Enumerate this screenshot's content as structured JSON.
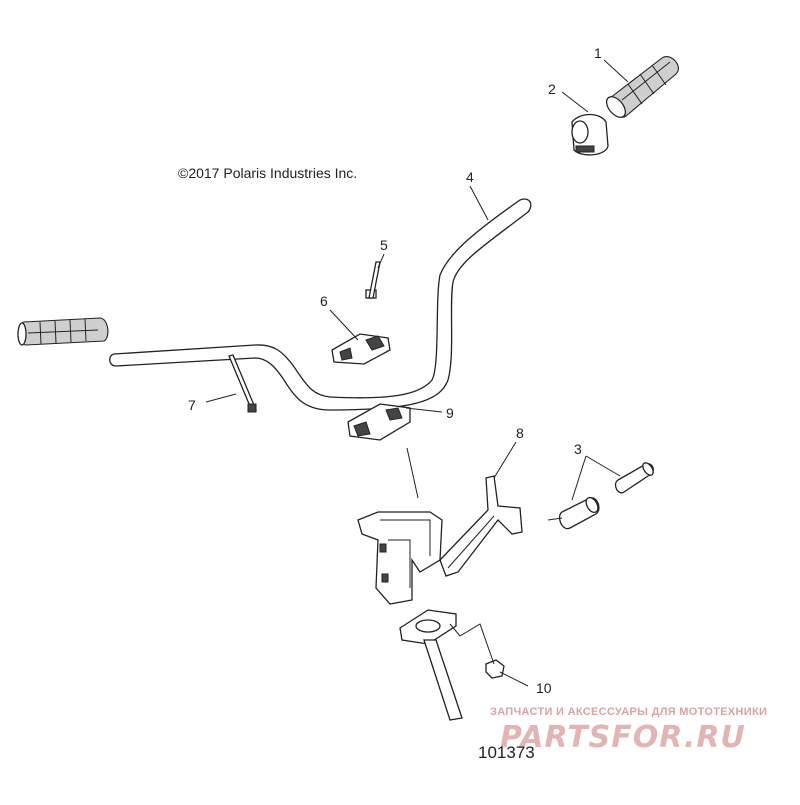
{
  "copyright": "©2017 Polaris Industries Inc.",
  "document_number": "101373",
  "watermark": {
    "tagline": "ЗАПЧАСТИ И АКСЕССУАРЫ ДЛЯ МОТОТЕХНИКИ",
    "logo": "PARTSFOR.RU"
  },
  "callouts": [
    {
      "id": "1",
      "label": "1"
    },
    {
      "id": "2",
      "label": "2"
    },
    {
      "id": "3",
      "label": "3"
    },
    {
      "id": "4",
      "label": "4"
    },
    {
      "id": "5",
      "label": "5"
    },
    {
      "id": "6",
      "label": "6"
    },
    {
      "id": "7",
      "label": "7"
    },
    {
      "id": "8",
      "label": "8"
    },
    {
      "id": "9",
      "label": "9"
    },
    {
      "id": "10",
      "label": "10"
    }
  ]
}
